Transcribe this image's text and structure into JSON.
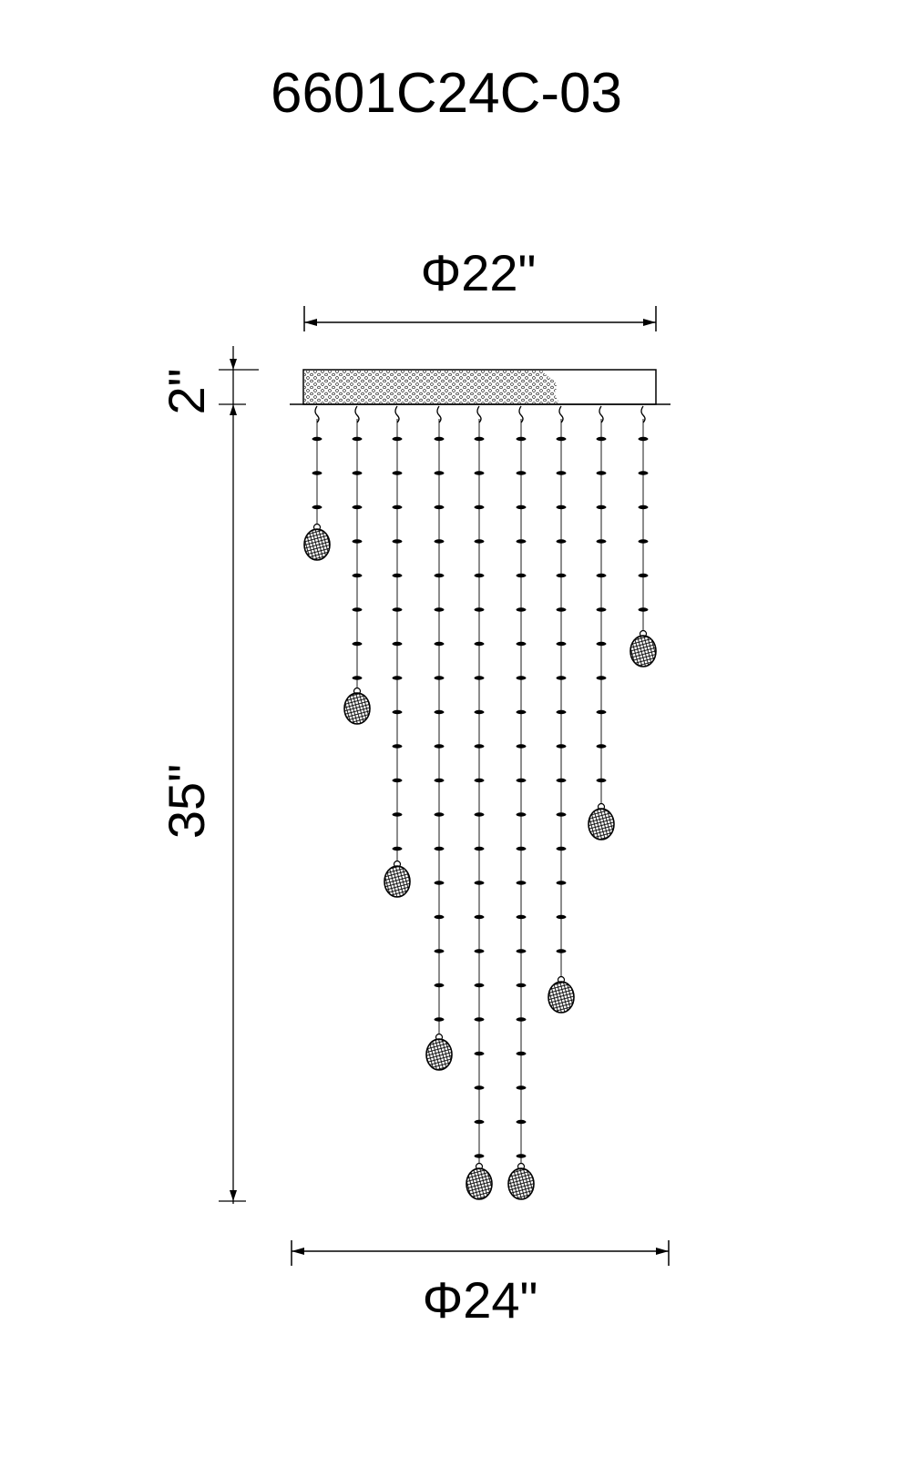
{
  "title": "6601C24C-03",
  "dimensions": {
    "canopy_diameter": "Φ22\"",
    "canopy_height": "2\"",
    "drop_height": "35\"",
    "overall_diameter": "Φ24\""
  },
  "drawing": {
    "strand_count": 9,
    "crystal_ball_count": 9,
    "line_color": "#000000",
    "background": "#ffffff"
  }
}
